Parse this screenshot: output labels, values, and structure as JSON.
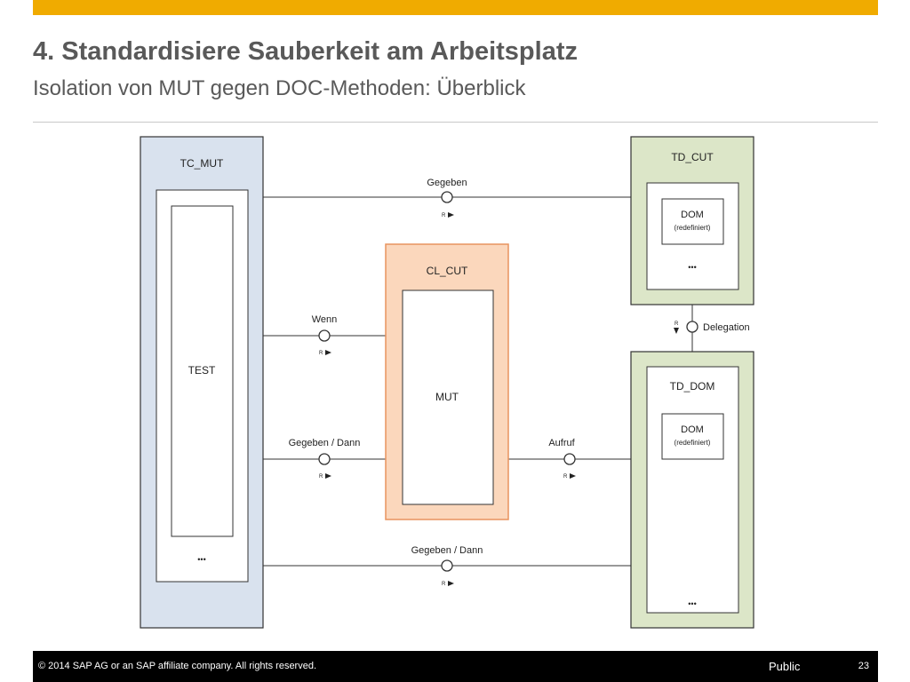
{
  "header": {
    "title": "4. Standardisiere Sauberkeit am Arbeitsplatz",
    "subtitle": "Isolation von MUT gegen DOC-Methoden: Überblick"
  },
  "diagram": {
    "tc_mut": {
      "label": "TC_MUT",
      "test_label": "TEST",
      "more": "•••"
    },
    "cl_cut": {
      "label": "CL_CUT",
      "mut_label": "MUT"
    },
    "td_cut": {
      "label": "TD_CUT",
      "dom_label": "DOM",
      "dom_note": "(redefiniert)",
      "more": "•••"
    },
    "td_dom": {
      "label": "TD_DOM",
      "dom_label": "DOM",
      "dom_note": "(redefiniert)",
      "more": "•••"
    },
    "connections": {
      "gegeben_top": "Gegeben",
      "wenn": "Wenn",
      "gegeben_dann_mid": "Gegeben / Dann",
      "aufruf": "Aufruf",
      "gegeben_dann_bottom": "Gegeben / Dann",
      "delegation": "Delegation"
    },
    "relation_marker": "R"
  },
  "colors": {
    "accent_bar": "#f0ab00",
    "tc_mut_fill": "#d9e2ee",
    "cl_cut_fill": "#fbd7bc",
    "cl_cut_border": "#e8935e",
    "td_fill": "#dce6c8"
  },
  "footer": {
    "copyright": "©  2014 SAP AG or an SAP affiliate company. All rights reserved.",
    "classification": "Public",
    "page_number": "23"
  }
}
